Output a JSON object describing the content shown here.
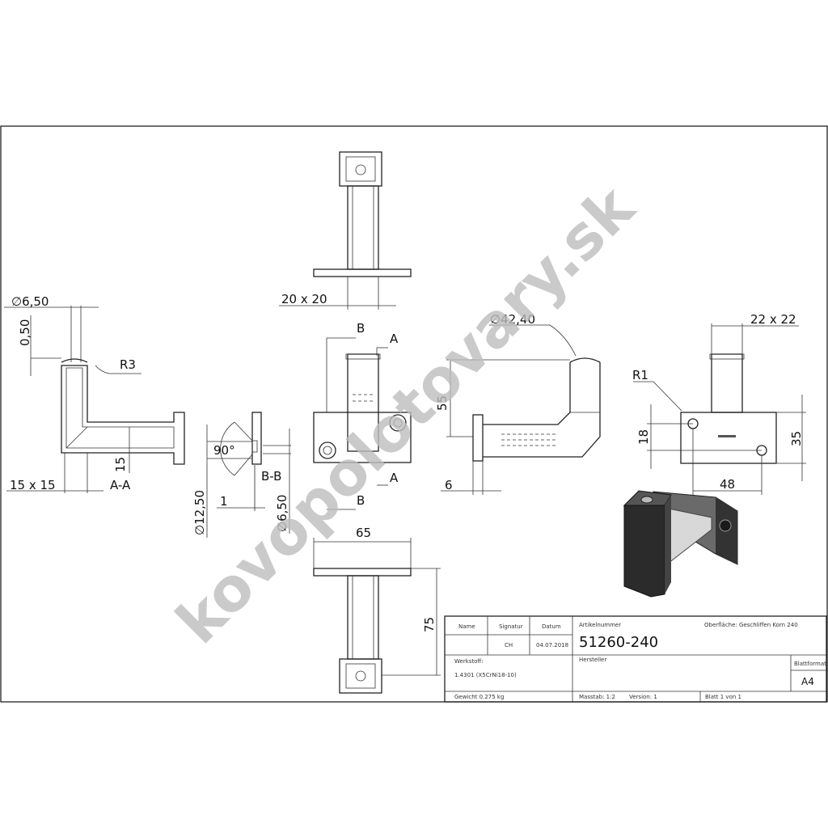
{
  "watermark": "kovopolotovary.sk",
  "dimensions": {
    "d_6_50_top": "∅6,50",
    "d_0_50": "0,50",
    "r3": "R3",
    "d_15": "15",
    "d_15x15": "15 x 15",
    "section_aa": "A-A",
    "d_90": "90°",
    "section_bb": "B-B",
    "d_12_50": "∅12,50",
    "d_1": "1",
    "d_6_50_bb": "∅6,50",
    "d_20x20": "20 x 20",
    "label_b_top": "B",
    "label_a_top": "A",
    "label_a_bottom": "A",
    "label_b_bottom": "B",
    "d_65": "65",
    "d_75": "75",
    "d_42_40": "∅42,40",
    "d_55": "55",
    "d_6": "6",
    "d_22x22": "22 x 22",
    "r1": "R1",
    "d_18": "18",
    "d_35": "35",
    "d_48": "48"
  },
  "title_block": {
    "name_label": "Name",
    "signatur_label": "Signatur",
    "datum_label": "Datum",
    "signatur": "CH",
    "datum": "04.07.2018",
    "artikelnummer_label": "Artikelnummer",
    "artikelnummer": "51260-240",
    "oberflaeche": "Oberfläche:  Geschliffen Korn 240",
    "werkstoff_label": "Werkstoff:",
    "werkstoff": "1.4301 (X5CrNi18-10)",
    "hersteller_label": "Hersteller",
    "blattformat_label": "Blattformat",
    "blattformat": "A4",
    "gewicht": "Gewicht 0.275 kg",
    "massstab": "Masstab: 1:2",
    "version": "Version: 1",
    "blatt": "Blatt 1 von 1"
  }
}
